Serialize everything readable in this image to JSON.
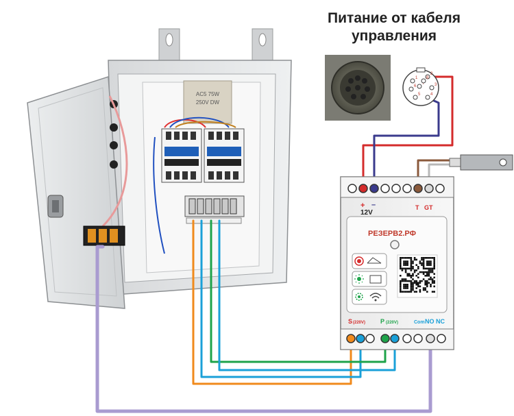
{
  "header": {
    "title_line1": "Питание от кабеля",
    "title_line2": "управления"
  },
  "module": {
    "brand": "РЕЗЕРВ2.РФ",
    "top_plus": "+",
    "top_minus": "–",
    "top_voltage": "12V",
    "top_t": "T",
    "top_gt": "GT",
    "bottom_s": "S",
    "bottom_s_volt": "(220V)",
    "bottom_p": "P",
    "bottom_p_volt": "(220V)",
    "bottom_com": "Com",
    "bottom_no": "NO",
    "bottom_nc": "NC"
  },
  "cabinet": {
    "transformer_line1": "AC5 75W",
    "transformer_line2": "250V DW"
  },
  "connector_pins": [
    "1",
    "2",
    "3",
    "4",
    "5",
    "6",
    "7",
    "8"
  ],
  "colors": {
    "wire_red": "#d42b2b",
    "wire_blue": "#3a3a8c",
    "wire_brown": "#8b5a3c",
    "wire_orange": "#f08a1c",
    "wire_green": "#1ea34a",
    "wire_cyan": "#1aa0d8",
    "wire_lilac": "#a99bd0",
    "brand_red": "#c0392b"
  }
}
